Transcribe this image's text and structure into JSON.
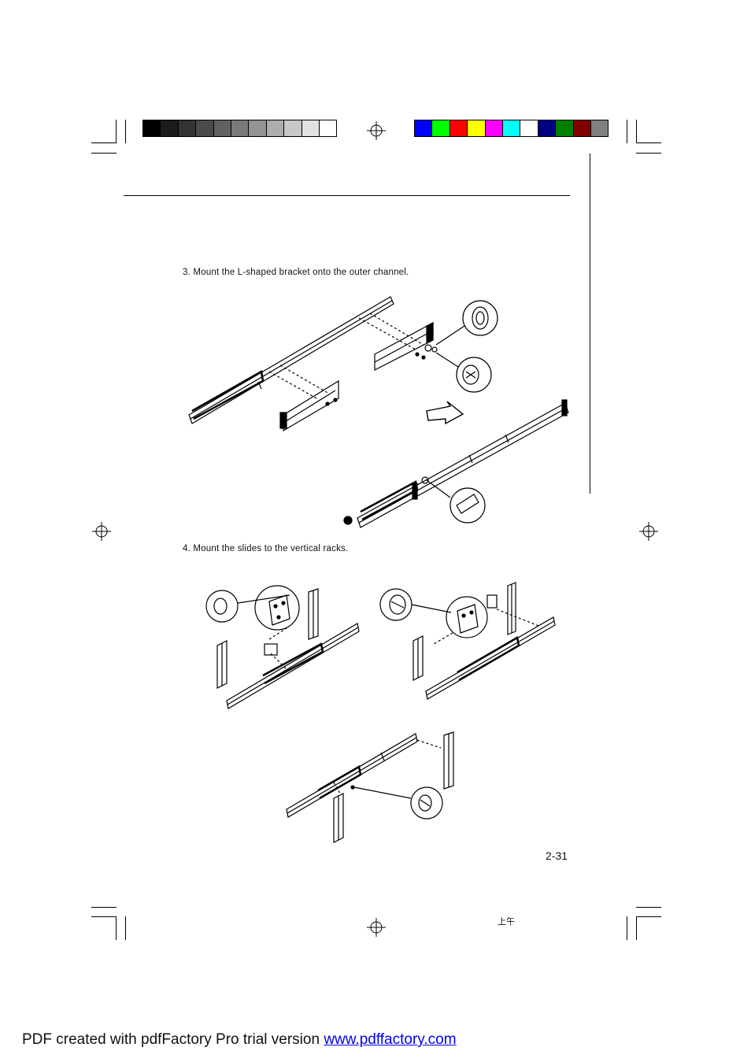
{
  "steps": [
    {
      "text": "3.   Mount the L-shaped bracket onto the outer channel."
    },
    {
      "text": "4.   Mount the slides to the vertical racks."
    }
  ],
  "page_number": "2-31",
  "small_mark": "上午",
  "footer": {
    "prefix": "PDF created with pdfFactory Pro trial version ",
    "link_text": "www.pdffactory.com"
  },
  "gray_swatches": [
    "#000000",
    "#1c1c1c",
    "#333333",
    "#4a4a4a",
    "#616161",
    "#7a7a7a",
    "#939393",
    "#adadad",
    "#c8c8c8",
    "#e2e2e2",
    "#ffffff"
  ],
  "color_swatches": [
    "#0000ff",
    "#00ff00",
    "#ff0000",
    "#ffff00",
    "#ff00ff",
    "#00ffff",
    "#ffffff",
    "#000080",
    "#008000",
    "#800000",
    "#808080"
  ]
}
